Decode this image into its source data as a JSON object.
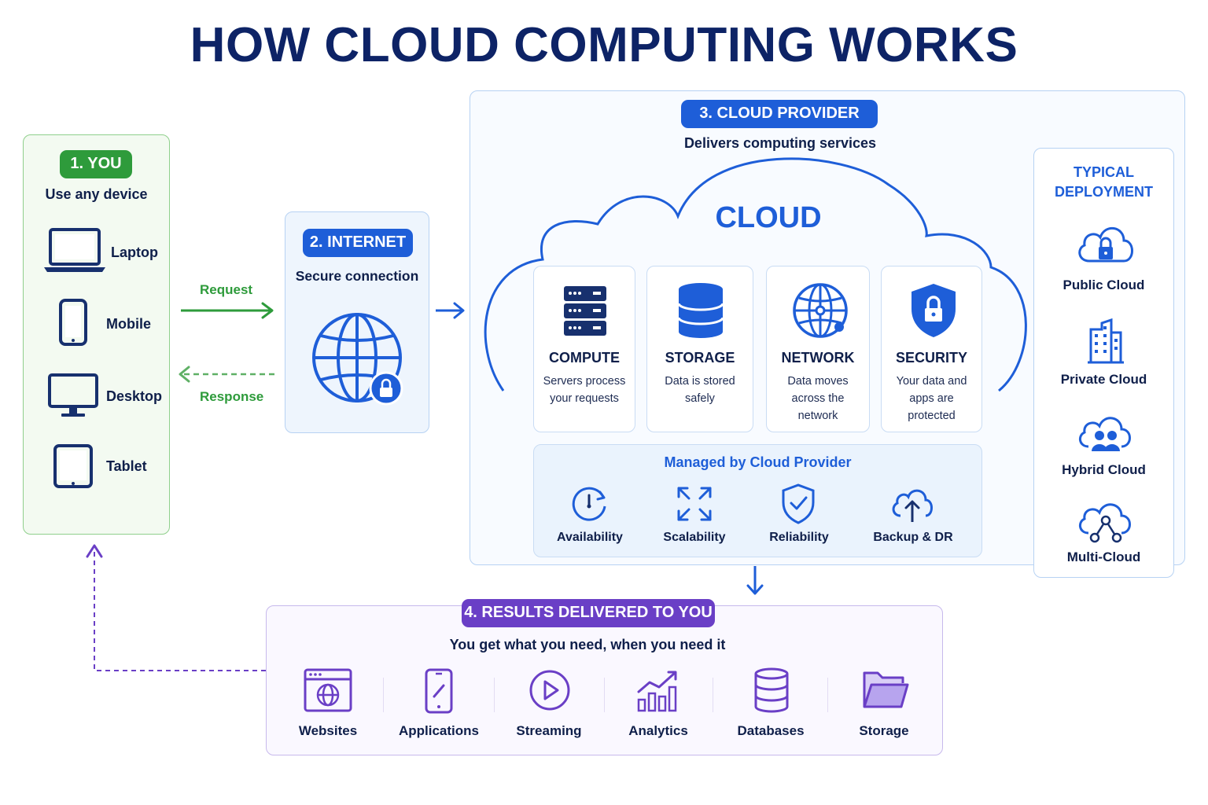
{
  "title": "HOW CLOUD COMPUTING WORKS",
  "colors": {
    "navy": "#0d2366",
    "blue": "#1e5ed8",
    "green": "#2e9b3b",
    "purple": "#6a3fc6"
  },
  "you": {
    "badge": "1. YOU",
    "subtitle": "Use any device",
    "devices": [
      {
        "label": "Laptop",
        "icon": "laptop-icon"
      },
      {
        "label": "Mobile",
        "icon": "mobile-icon"
      },
      {
        "label": "Desktop",
        "icon": "desktop-icon"
      },
      {
        "label": "Tablet",
        "icon": "tablet-icon"
      }
    ]
  },
  "arrows": {
    "request": "Request",
    "response": "Response"
  },
  "internet": {
    "badge": "2. INTERNET",
    "subtitle": "Secure connection"
  },
  "provider": {
    "badge": "3. CLOUD PROVIDER",
    "subtitle": "Delivers computing services",
    "cloud_label": "CLOUD",
    "services": [
      {
        "title": "COMPUTE",
        "desc1": "Servers process",
        "desc2": "your requests",
        "desc3": "",
        "icon": "server-icon"
      },
      {
        "title": "STORAGE",
        "desc1": "Data is stored",
        "desc2": "safely",
        "desc3": "",
        "icon": "database-icon"
      },
      {
        "title": "NETWORK",
        "desc1": "Data moves",
        "desc2": "across the",
        "desc3": "network",
        "icon": "network-globe-icon"
      },
      {
        "title": "SECURITY",
        "desc1": "Your data and",
        "desc2": "apps are",
        "desc3": "protected",
        "icon": "shield-lock-icon"
      }
    ],
    "managed": {
      "title": "Managed by Cloud Provider",
      "items": [
        {
          "label": "Availability",
          "icon": "clock-refresh-icon"
        },
        {
          "label": "Scalability",
          "icon": "expand-arrows-icon"
        },
        {
          "label": "Reliability",
          "icon": "shield-check-icon"
        },
        {
          "label": "Backup & DR",
          "icon": "cloud-upload-icon"
        }
      ]
    }
  },
  "deployment": {
    "title1": "TYPICAL",
    "title2": "DEPLOYMENT",
    "items": [
      {
        "label": "Public Cloud",
        "icon": "cloud-lock-icon"
      },
      {
        "label": "Private Cloud",
        "icon": "building-icon"
      },
      {
        "label": "Hybrid Cloud",
        "icon": "cloud-users-icon"
      },
      {
        "label": "Multi-Cloud",
        "icon": "cloud-network-icon"
      }
    ]
  },
  "results": {
    "badge": "4. RESULTS DELIVERED TO YOU",
    "subtitle": "You get what you need, when you need it",
    "items": [
      {
        "label": "Websites",
        "icon": "browser-globe-icon"
      },
      {
        "label": "Applications",
        "icon": "phone-app-icon"
      },
      {
        "label": "Streaming",
        "icon": "play-icon"
      },
      {
        "label": "Analytics",
        "icon": "bar-chart-icon"
      },
      {
        "label": "Databases",
        "icon": "database-icon"
      },
      {
        "label": "Storage",
        "icon": "folder-icon"
      }
    ]
  }
}
